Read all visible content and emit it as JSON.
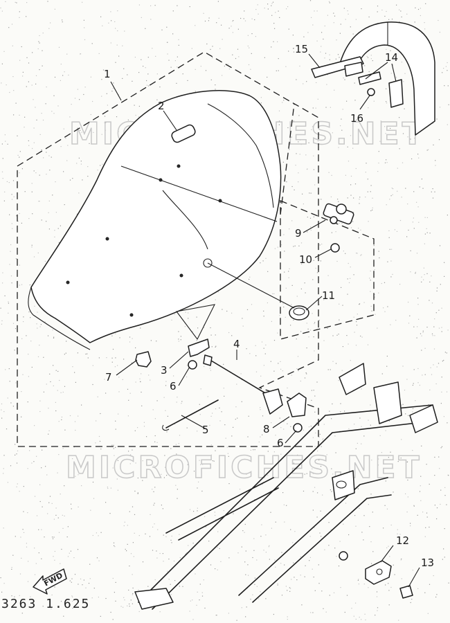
{
  "diagram": {
    "watermarks": [
      "MICROFICHES.NET",
      "MICROFICHES.NET"
    ],
    "drawing_code": "3263 1.625",
    "direction_arrow_label": "FWD",
    "callouts": [
      "1",
      "2",
      "3",
      "4",
      "5",
      "6",
      "6",
      "7",
      "8",
      "9",
      "10",
      "11",
      "12",
      "13",
      "14",
      "15",
      "16"
    ]
  }
}
